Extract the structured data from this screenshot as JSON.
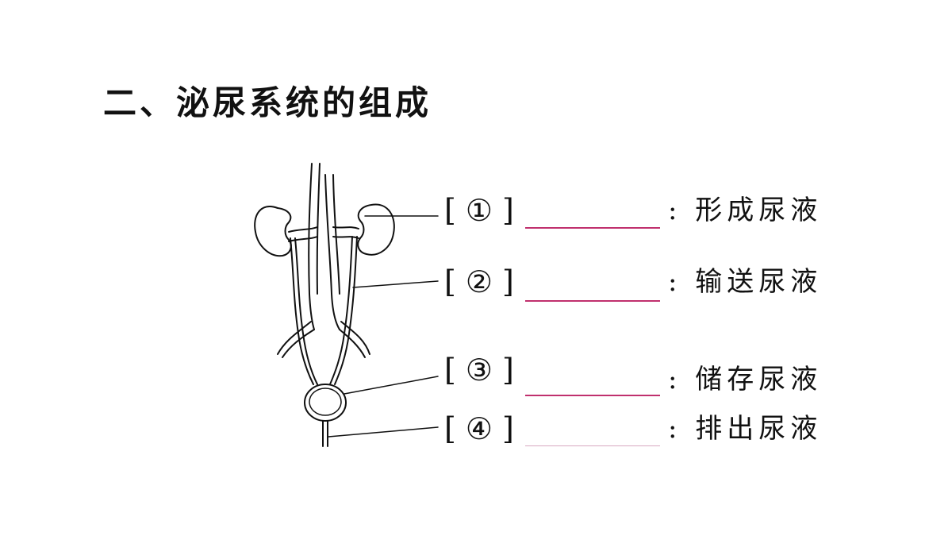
{
  "title": "二、泌尿系统的组成",
  "diagram": {
    "icon": "urinary-system-diagram",
    "items": [
      {
        "marker": "[ ① ]",
        "function": ": 形成尿液"
      },
      {
        "marker": "[ ② ]",
        "function": ": 输送尿液"
      },
      {
        "marker": "[ ③ ]",
        "function": ": 储存尿液"
      },
      {
        "marker": "[ ④ ]",
        "function": ": 排出尿液"
      }
    ],
    "colors": {
      "blank_line": "#c0306e",
      "outline": "#111111"
    }
  }
}
